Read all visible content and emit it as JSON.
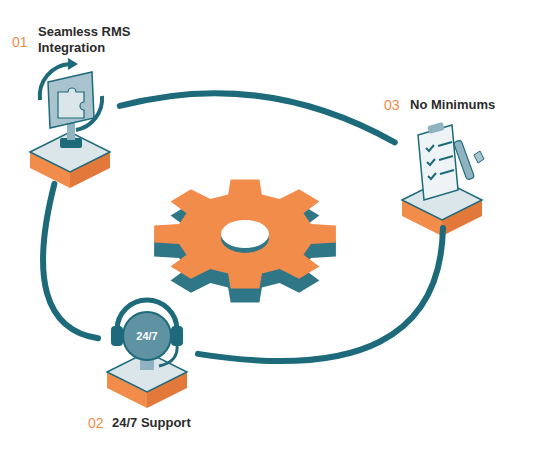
{
  "diagram": {
    "nodes": [
      {
        "text": [
          "Seamless RMS Integration"
        ]
      },
      {
        "text": [
          "No Minimums"
        ]
      },
      {
        "text": [
          "24/7 Support",
          "24/7"
        ]
      }
    ],
    "edges": [
      {
        "from": 0,
        "to": 1,
        "arrow": "none"
      },
      {
        "from": 1,
        "to": 2,
        "arrow": "none"
      },
      {
        "from": 2,
        "to": 0,
        "arrow": "none"
      }
    ],
    "labels": [
      "01",
      "03",
      "02"
    ]
  }
}
